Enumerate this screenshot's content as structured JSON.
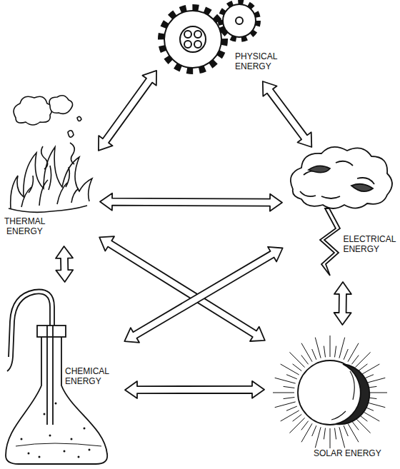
{
  "diagram": {
    "nodes": [
      {
        "text": [
          "PHYSICAL ENERGY"
        ]
      },
      {
        "text": [
          "THERMAL ENERGY"
        ]
      },
      {
        "text": [
          "ELECTRICAL ENERGY"
        ]
      },
      {
        "text": [
          "CHEMICAL ENERGY"
        ]
      },
      {
        "text": [
          "SOLAR ENERGY"
        ]
      }
    ],
    "edges": [
      {
        "from": 0,
        "to": 1,
        "arrow": "both"
      },
      {
        "from": 0,
        "to": 2,
        "arrow": "both"
      },
      {
        "from": 1,
        "to": 2,
        "arrow": "both"
      },
      {
        "from": 1,
        "to": 3,
        "arrow": "both"
      },
      {
        "from": 2,
        "to": 4,
        "arrow": "both"
      },
      {
        "from": 3,
        "to": 4,
        "arrow": "both"
      },
      {
        "from": 1,
        "to": 4,
        "arrow": "both"
      },
      {
        "from": 3,
        "to": 2,
        "arrow": "both"
      }
    ]
  }
}
